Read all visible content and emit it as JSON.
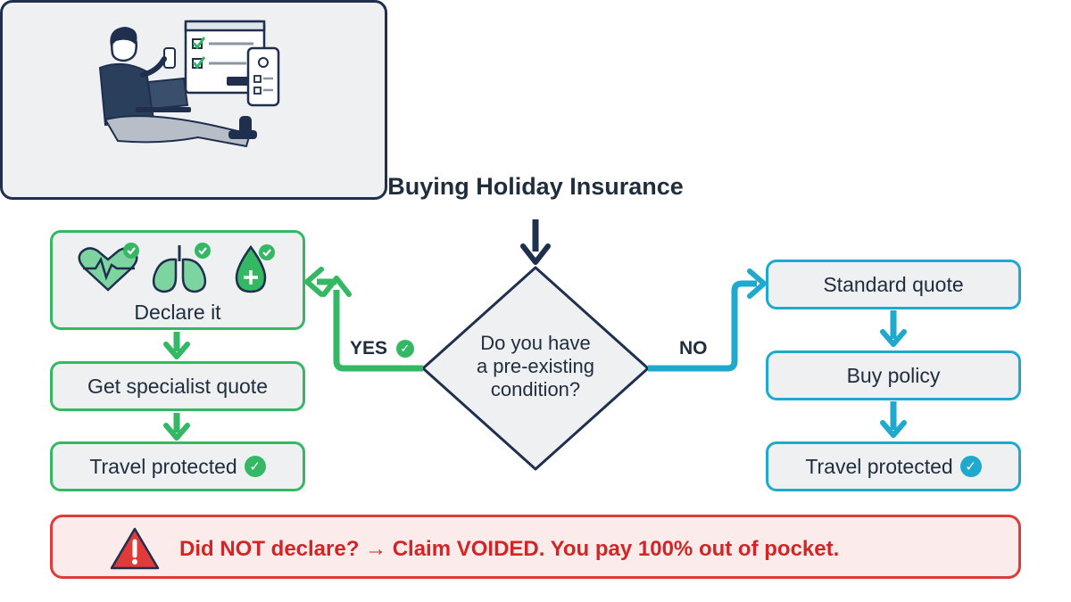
{
  "title": "Buying Holiday Insurance",
  "question": {
    "line1": "Do you have",
    "line2": "a pre-existing",
    "line3": "condition?"
  },
  "yes_label": "YES",
  "no_label": "NO",
  "left_branch": {
    "declare": "Declare it",
    "specialist": "Get specialist quote",
    "protected": "Travel protected",
    "icons": [
      "heart-pulse-icon",
      "lungs-icon",
      "blood-drop-plus-icon"
    ]
  },
  "right_branch": {
    "standard": "Standard quote",
    "buy": "Buy policy",
    "protected": "Travel protected"
  },
  "warning": "Did NOT declare? → Claim VOIDED. You pay 100% out of pocket.",
  "colors": {
    "green": "#34b864",
    "blue": "#1fa9cf",
    "navy": "#1f2f4d",
    "red": "#e03a3a"
  }
}
